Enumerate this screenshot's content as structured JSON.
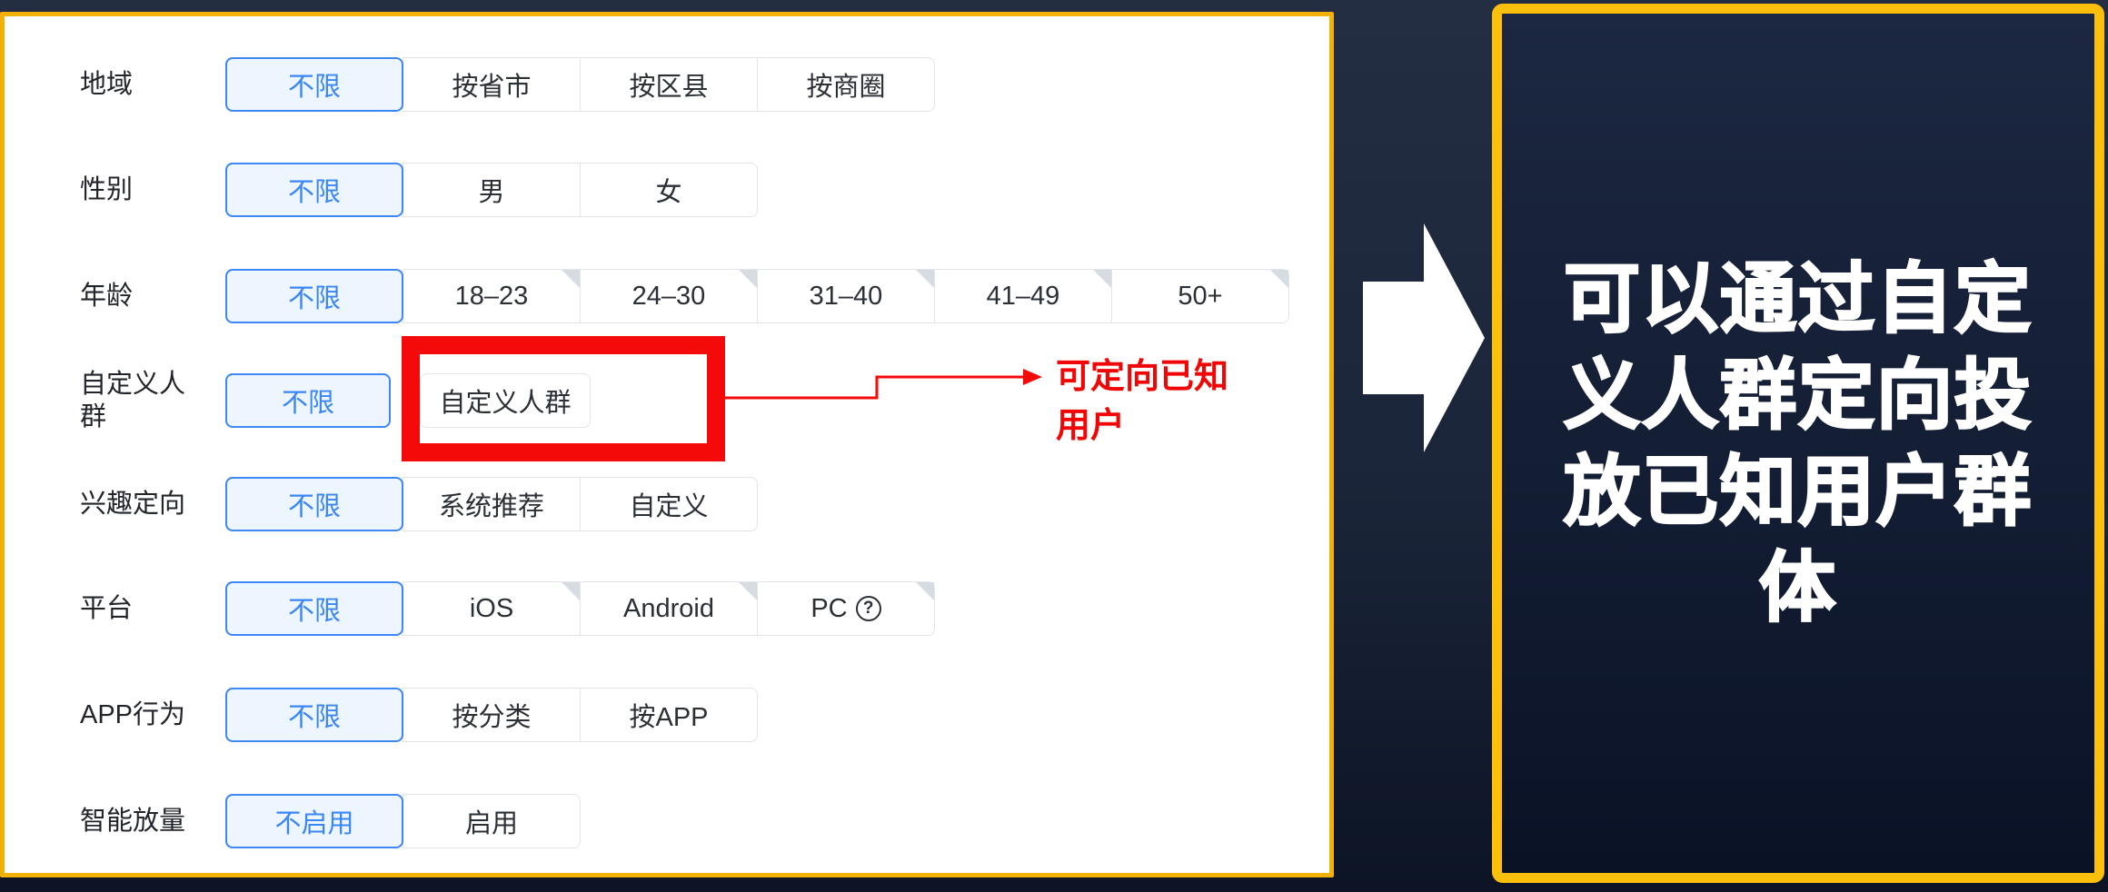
{
  "left_panel": {
    "rows": [
      {
        "label": "地域",
        "options": [
          {
            "text": "不限",
            "selected": true
          },
          {
            "text": "按省市"
          },
          {
            "text": "按区县"
          },
          {
            "text": "按商圈"
          }
        ]
      },
      {
        "label": "性别",
        "options": [
          {
            "text": "不限",
            "selected": true
          },
          {
            "text": "男"
          },
          {
            "text": "女"
          }
        ]
      },
      {
        "label": "年龄",
        "options": [
          {
            "text": "不限",
            "selected": true
          },
          {
            "text": "18–23",
            "corner_badge": true
          },
          {
            "text": "24–30",
            "corner_badge": true
          },
          {
            "text": "31–40",
            "corner_badge": true
          },
          {
            "text": "41–49",
            "corner_badge": true
          },
          {
            "text": "50+",
            "corner_badge": true
          }
        ]
      },
      {
        "label": "自定义人群",
        "options": [
          {
            "text": "不限",
            "selected": true
          },
          {
            "text": "自定义人群",
            "detached": true
          }
        ]
      },
      {
        "label": "兴趣定向",
        "options": [
          {
            "text": "不限",
            "selected": true
          },
          {
            "text": "系统推荐"
          },
          {
            "text": "自定义"
          }
        ]
      },
      {
        "label": "平台",
        "options": [
          {
            "text": "不限",
            "selected": true
          },
          {
            "text": "iOS",
            "corner_badge": true
          },
          {
            "text": "Android",
            "corner_badge": true
          },
          {
            "text": "PC",
            "corner_badge": true,
            "help_icon": true
          }
        ]
      },
      {
        "label": "APP行为",
        "options": [
          {
            "text": "不限",
            "selected": true
          },
          {
            "text": "按分类"
          },
          {
            "text": "按APP"
          }
        ]
      },
      {
        "label": "智能放量",
        "options": [
          {
            "text": "不启用",
            "selected": true
          },
          {
            "text": "启用"
          }
        ]
      }
    ]
  },
  "annotation": {
    "highlighted_option": "自定义人群",
    "note_text": "可定向已知用户",
    "note_lines": [
      "可定向已知",
      "用户"
    ]
  },
  "right_panel": {
    "text": "可以通过自定义人群定向投放已知用户群体",
    "lines": [
      "可以通过自定",
      "义人群定向投",
      "放已知用户群",
      "体"
    ]
  },
  "icons": {
    "help_glyph": "?"
  },
  "colors": {
    "accent_blue": "#3e87f7",
    "selected_bg": "#edf5fe",
    "gold_border": "#f3b007",
    "right_gold_border": "#fcbf0c",
    "annotation_red": "#f50a0a",
    "panel_dark": "#131d33",
    "white": "#ffffff"
  }
}
